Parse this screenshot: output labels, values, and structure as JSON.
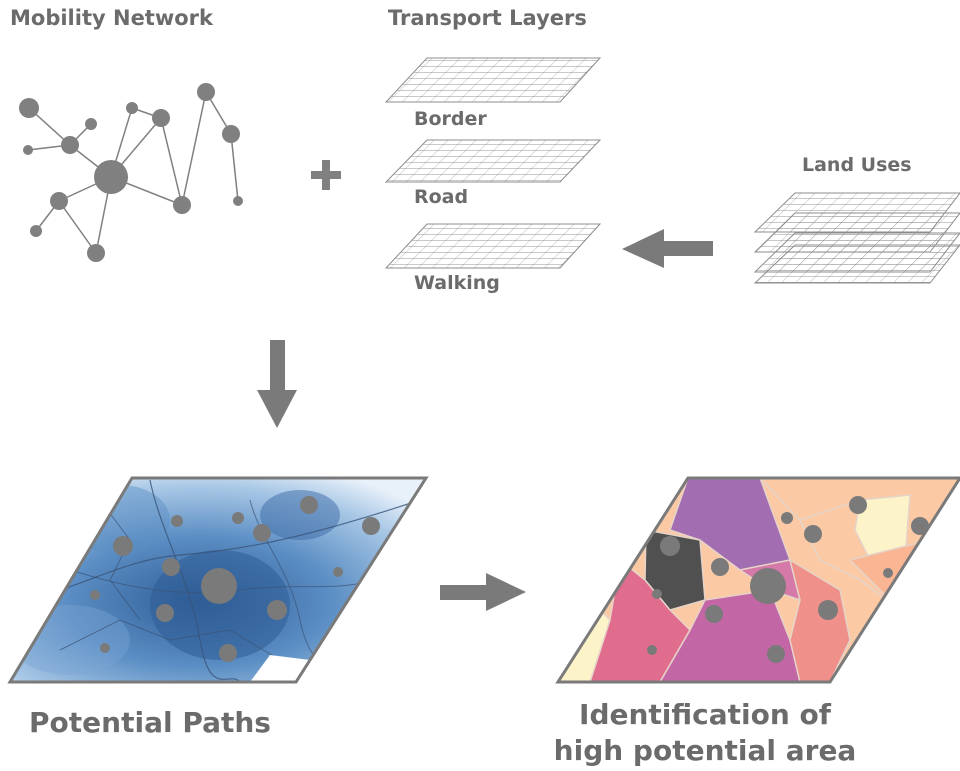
{
  "headers": {
    "mobility_network": "Mobility Network",
    "transport_layers": "Transport Layers",
    "land_uses": "Land Uses"
  },
  "layers": [
    "Border",
    "Road",
    "Walking"
  ],
  "captions": {
    "potential_paths": "Potential Paths",
    "identification_line1": "Identification of",
    "identification_line2": "high potential area"
  },
  "colors": {
    "gray": "#7a7a7a",
    "node": "#808080",
    "blue_dark": "#2f5d96",
    "blue_light": "#cfe2f2",
    "purple": "#a26db1",
    "magenta": "#c366a6",
    "salmon": "#f0908a",
    "peach": "#fbcaa5",
    "cream": "#fdf3c8"
  },
  "icons": [
    "plus-icon",
    "arrow-left-icon",
    "arrow-down-icon",
    "arrow-right-icon"
  ]
}
